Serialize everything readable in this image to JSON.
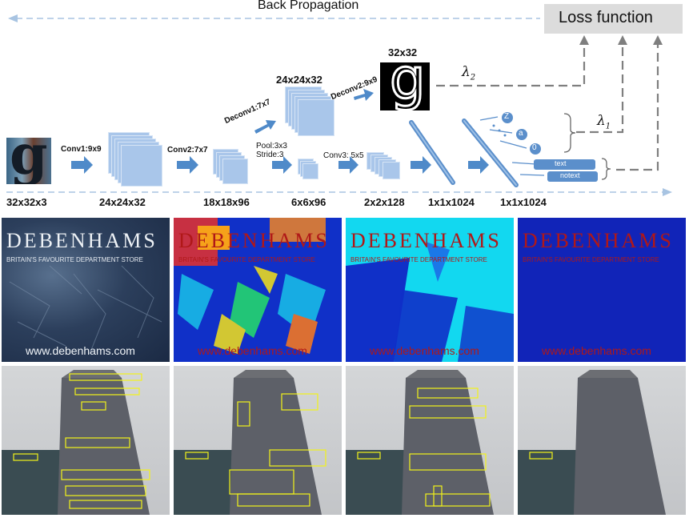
{
  "diagram": {
    "backprop_label": "Back Propagation",
    "loss_label": "Loss function",
    "output_size": "32x32",
    "output_glyph": "g",
    "input_glyph": "g",
    "deconv_size": "24x24x32",
    "lambda2": "λ",
    "lambda2_sub": "2",
    "lambda1": "λ",
    "lambda1_sub": "1",
    "ops": {
      "conv1": "Conv1:9x9",
      "conv2": "Conv2:7x7",
      "pool": "Pool:3x3",
      "stride": "Stride:3",
      "conv3": "Conv3: 5x5",
      "deconv1": "Deconv1:7x7",
      "deconv2": "Deconv2:9x9"
    },
    "dims": [
      "32x32x3",
      "24x24x32",
      "18x18x96",
      "6x6x96",
      "2x2x128",
      "1x1x1024",
      "1x1x1024"
    ],
    "class_letters": [
      "Z",
      "a",
      "0"
    ],
    "text_labels": [
      "text",
      "notext"
    ],
    "colors": {
      "arrow_blue": "#4f8ac9",
      "stack_blue": "#a9c6ea",
      "dashed_grey": "#7f7f7f",
      "loss_bg": "#dcdcdc"
    }
  },
  "row2": {
    "brand": "DEBENHAMS",
    "tagline": "BRITAIN'S FAVOURITE DEPARTMENT STORE",
    "url": "www.debenhams.com"
  }
}
